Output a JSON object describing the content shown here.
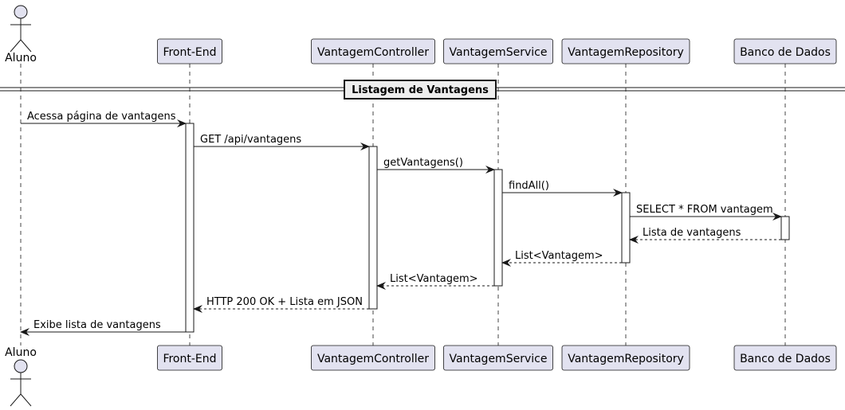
{
  "diagram": {
    "section_title": "Listagem de Vantagens",
    "participants": [
      {
        "id": "aluno",
        "label": "Aluno",
        "kind": "actor"
      },
      {
        "id": "frontend",
        "label": "Front-End",
        "kind": "box"
      },
      {
        "id": "controller",
        "label": "VantagemController",
        "kind": "box"
      },
      {
        "id": "service",
        "label": "VantagemService",
        "kind": "box"
      },
      {
        "id": "repository",
        "label": "VantagemRepository",
        "kind": "box"
      },
      {
        "id": "database",
        "label": "Banco de Dados",
        "kind": "box"
      }
    ],
    "messages": [
      {
        "from": "aluno",
        "to": "frontend",
        "label": "Acessa página de vantagens",
        "style": "solid"
      },
      {
        "from": "frontend",
        "to": "controller",
        "label": "GET /api/vantagens",
        "style": "solid"
      },
      {
        "from": "controller",
        "to": "service",
        "label": "getVantagens()",
        "style": "solid"
      },
      {
        "from": "service",
        "to": "repository",
        "label": "findAll()",
        "style": "solid"
      },
      {
        "from": "repository",
        "to": "database",
        "label": "SELECT * FROM vantagem",
        "style": "solid"
      },
      {
        "from": "database",
        "to": "repository",
        "label": "Lista de vantagens",
        "style": "dashed"
      },
      {
        "from": "repository",
        "to": "service",
        "label": "List<Vantagem>",
        "style": "dashed"
      },
      {
        "from": "service",
        "to": "controller",
        "label": "List<Vantagem>",
        "style": "dashed"
      },
      {
        "from": "controller",
        "to": "frontend",
        "label": "HTTP 200 OK + Lista em JSON",
        "style": "dashed"
      },
      {
        "from": "frontend",
        "to": "aluno",
        "label": "Exibe lista de vantagens",
        "style": "solid"
      }
    ],
    "colors": {
      "participant_fill": "#E2E2F0",
      "participant_border": "#181818",
      "activation_fill": "#ffffff",
      "line": "#181818",
      "lifeline": "#181818"
    }
  }
}
